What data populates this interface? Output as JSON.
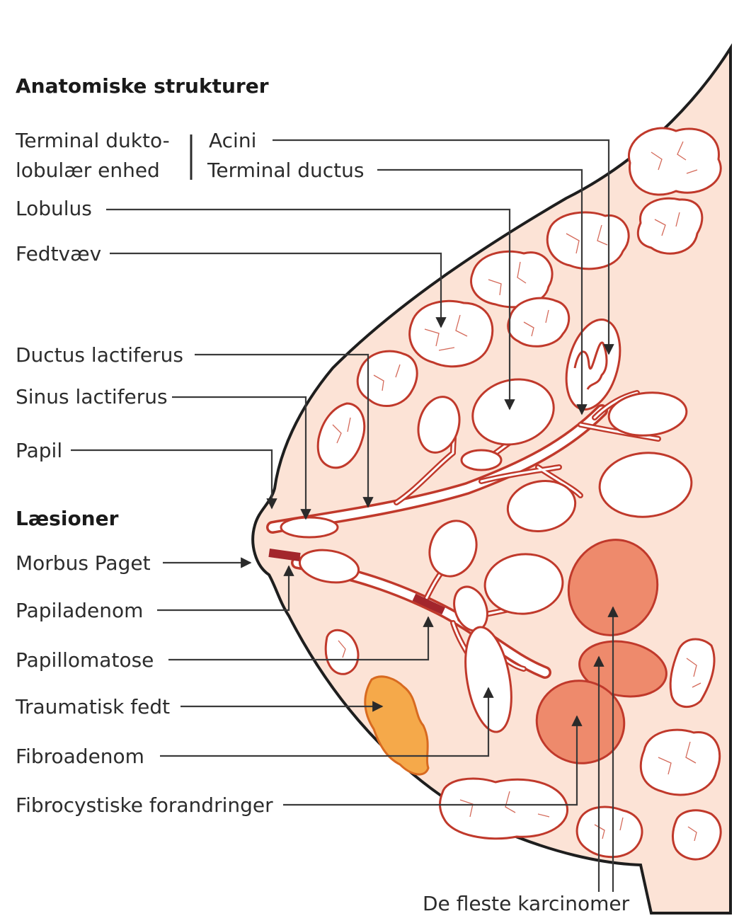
{
  "headings": {
    "anatomy": "Anatomiske strukturer",
    "lesions": "Læsioner"
  },
  "labels": {
    "tdlu_line1": "Terminal dukto-",
    "tdlu_line2": "lobulær enhed",
    "acini": "Acini",
    "terminal_ductus": "Terminal ductus",
    "lobulus": "Lobulus",
    "fedtvaev": "Fedtvæv",
    "ductus_lactiferus": "Ductus lactiferus",
    "sinus_lactiferus": "Sinus lactiferus",
    "papil": "Papil",
    "morbus_paget": "Morbus Paget",
    "papiladenom": "Papiladenom",
    "papillomatose": "Papillomatose",
    "traumatisk_fedt": "Traumatisk fedt",
    "fibroadenom": "Fibroadenom",
    "fibrocystiske": "Fibrocystiske forandringer",
    "karcinomer": "De fleste karcinomer"
  },
  "colors": {
    "skin": "#fce3d6",
    "outline": "#1e1e1e",
    "duct_red": "#c0392b",
    "carcinoma": "#ee8a6c",
    "traumatic_fat": "#f5a94a",
    "lesion_bar": "#a3262c"
  }
}
